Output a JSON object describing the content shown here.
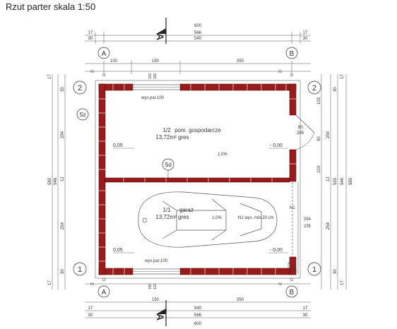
{
  "title": "Rzut parter skala 1:50",
  "section_marks": {
    "top": "A",
    "bottom": "A"
  },
  "axes": {
    "left_col": "A",
    "right_col": "B",
    "top_row": "2",
    "bottom_row": "1"
  },
  "axis_rs": "rs",
  "top_dims": {
    "outer": "600",
    "mid": "566",
    "inner": "540",
    "side_17": "17",
    "side_30": "30",
    "seg_100": "100",
    "seg_150": "150",
    "seg_350": "350",
    "door_120": "120",
    "door_150": "150"
  },
  "bottom_dims": {
    "outer": "600",
    "mid": "566",
    "inner": "540",
    "side_17": "17",
    "side_30": "30",
    "seg_150": "150",
    "seg_350": "350",
    "seg_120": "120"
  },
  "left_dims": {
    "outer": "580",
    "mid": "546",
    "seg_254a": "254",
    "seg_254b": "254",
    "seg_12": "12",
    "side_17": "17",
    "side_30": "30"
  },
  "right_dims": {
    "outer": "580",
    "mid": "546",
    "mid2": "520",
    "seg_103a": "103",
    "seg_103b": "103",
    "seg_254a": "254",
    "seg_254b": "254",
    "seg_90": "90",
    "seg_12": "12",
    "side_17": "17",
    "side_30": "30"
  },
  "labels": {
    "sz": "Sz",
    "sd": "Sd",
    "room1_num": "1/2",
    "room1_name": "pom. gospodarcze",
    "room1_area": "13,72m² gres",
    "room2_num": "1/1",
    "room2_name": "garaż",
    "room2_area": "13,72m² gres",
    "slope1": "1,0%",
    "slope2": "1,0%",
    "level_plus": "0,05",
    "level_minus": "- 0,00",
    "level_plus2": "0,05",
    "level_minus2": "- 0,00",
    "window_top": "wys.par.100",
    "window_bottom": "wys.par.100",
    "door_80": "80",
    "door_205": "205",
    "n1_note": "N1 wys. min.20 cm",
    "n1": "N1",
    "gate_254": "254",
    "gate_235": "235"
  }
}
